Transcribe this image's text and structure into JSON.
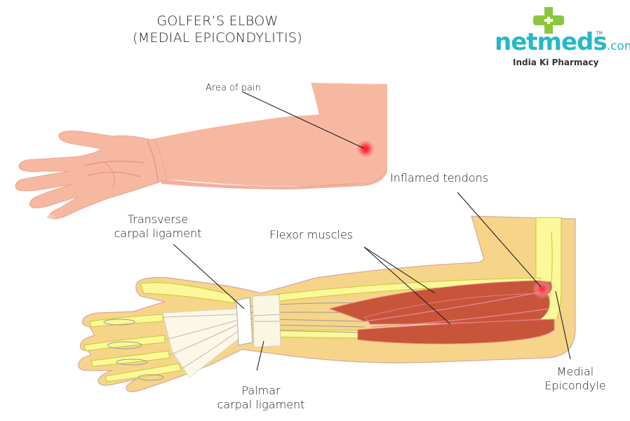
{
  "title": {
    "line1": "GOLFER’S ELBOW",
    "line2": "(MEDIAL EPICONDYLITIS)"
  },
  "logo": {
    "brand": "netmeds",
    "suffix": ".com",
    "trademark": "TM",
    "tagline": "India Ki Pharmacy",
    "icon": "plus-cross-icon",
    "colors": {
      "green": "#8cc63f",
      "teal": "#27b8c6"
    }
  },
  "labels": {
    "area_of_pain": "Area of pain",
    "inflamed_tendons": "Inflamed tendons",
    "transverse_line1": "Transverse",
    "transverse_line2": "carpal ligament",
    "flexor_muscles": "Flexor muscles",
    "palmar_line1": "Palmar",
    "palmar_line2": "carpal ligament",
    "medial_line1": "Medial",
    "medial_line2": "Epicondyle"
  },
  "colors": {
    "skin": "#f7b8a2",
    "skin_shadow": "#f09c84",
    "pain": "#ff1a2a",
    "tissue": "#f6d58a",
    "bone": "#fbf79a",
    "bone_outline": "#c5cc2a",
    "muscle": "#c8553a",
    "tendon": "#ffffff",
    "tendon_outline": "#9a9a9a"
  }
}
